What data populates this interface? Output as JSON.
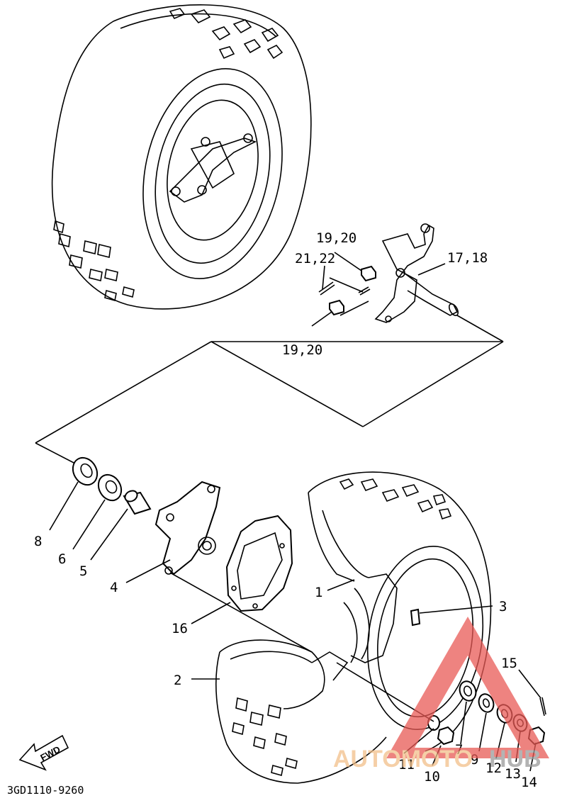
{
  "diagram": {
    "code": "3GD1110-9260",
    "fwd_label": "FWD",
    "callouts": [
      {
        "id": "c1",
        "text": "1"
      },
      {
        "id": "c2",
        "text": "2"
      },
      {
        "id": "c3",
        "text": "3"
      },
      {
        "id": "c4",
        "text": "4"
      },
      {
        "id": "c5",
        "text": "5"
      },
      {
        "id": "c6",
        "text": "6"
      },
      {
        "id": "c7",
        "text": "7"
      },
      {
        "id": "c8",
        "text": "8"
      },
      {
        "id": "c9",
        "text": "9"
      },
      {
        "id": "c10",
        "text": "10"
      },
      {
        "id": "c11",
        "text": "11"
      },
      {
        "id": "c12",
        "text": "12"
      },
      {
        "id": "c13",
        "text": "13"
      },
      {
        "id": "c14",
        "text": "14"
      },
      {
        "id": "c15",
        "text": "15"
      },
      {
        "id": "c16",
        "text": "16"
      },
      {
        "id": "c1718",
        "text": "17,18"
      },
      {
        "id": "c1920a",
        "text": "19,20"
      },
      {
        "id": "c1920b",
        "text": "19,20"
      },
      {
        "id": "c2122",
        "text": "21,22"
      }
    ]
  },
  "watermark": {
    "left": "AUTOMOTO",
    "right": "HUB",
    "left_color": "#f2c08a",
    "right_color": "#9a9a9a",
    "triangle_color": "#e85a55"
  }
}
